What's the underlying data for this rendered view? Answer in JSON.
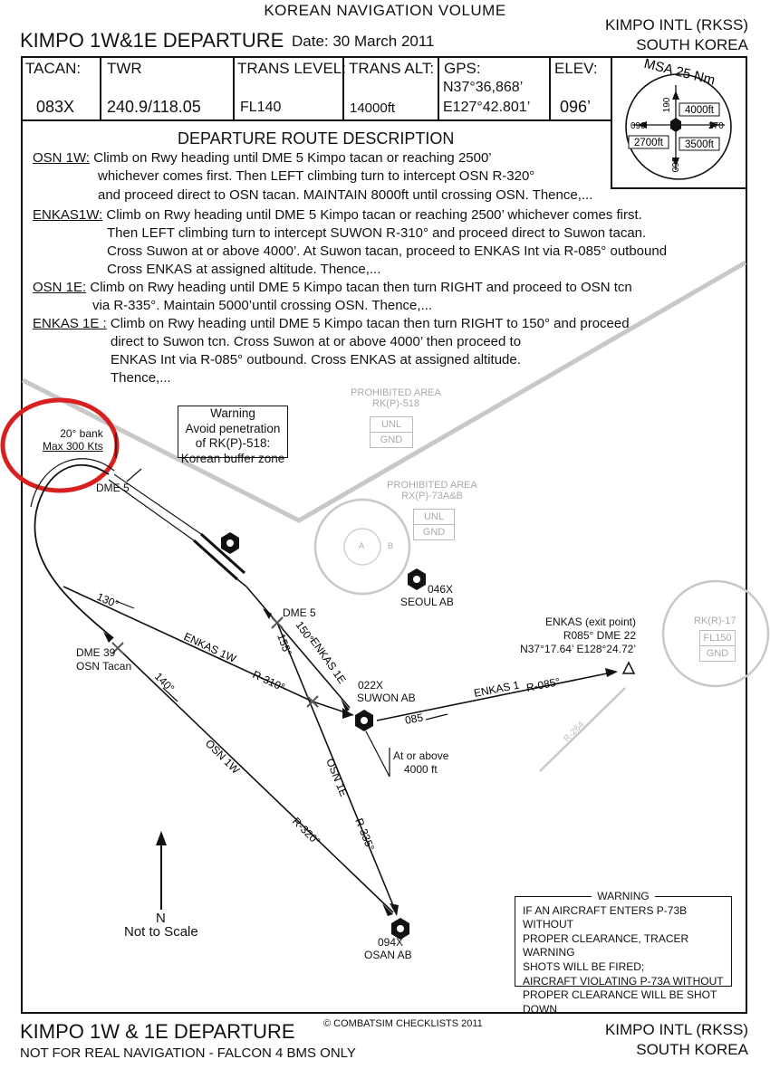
{
  "header": {
    "volume": "KOREAN NAVIGATION VOLUME",
    "title": "KIMPO 1W&1E DEPARTURE",
    "date": "Date: 30 March 2011",
    "airport": "KIMPO INTL (RKSS)",
    "country": "SOUTH KOREA"
  },
  "info_table": {
    "tacan_label": "TACAN:",
    "tacan_value": "083X",
    "twr_label": "TWR",
    "twr_value": "240.9/118.05",
    "trans_level_label": "TRANS LEVEL:",
    "trans_level_value": "FL140",
    "trans_alt_label": "TRANS ALT:",
    "trans_alt_value": "14000ft",
    "gps_label": "GPS:",
    "gps_lat": "N37°36,868’",
    "gps_lon": "E127°42.801’",
    "elev_label": "ELEV:",
    "elev_value": "096’"
  },
  "msa": {
    "title": "MSA 25 Nm",
    "r190": "190",
    "r270": "270",
    "r090": "090",
    "r360": "360",
    "alt_ne": "4000ft",
    "alt_w": "2700ft",
    "alt_se": "3500ft"
  },
  "routes": {
    "heading": "DEPARTURE ROUTE DESCRIPTION",
    "osn1w_name": "OSN 1W:",
    "osn1w_l1": "Climb on Rwy heading until DME 5 Kimpo tacan or reaching 2500’",
    "osn1w_l2": "whichever comes first. Then LEFT climbing turn to  intercept OSN R-320°",
    "osn1w_l3": "and proceed direct to OSN tacan. MAINTAIN 8000ft until crossing OSN. Thence,...",
    "enkas1w_name": "ENKAS1W:",
    "enkas1w_l1": "Climb on Rwy heading until DME 5 Kimpo tacan or reaching 2500’ whichever comes first.",
    "enkas1w_l2": "Then LEFT climbing turn to  intercept SUWON R-310° and proceed direct to Suwon tacan.",
    "enkas1w_l3": "Cross Suwon at or above 4000’. At Suwon tacan, proceed to ENKAS Int via R-085° outbound",
    "enkas1w_l4": "Cross ENKAS at assigned altitude. Thence,...",
    "osn1e_name": "OSN 1E:",
    "osn1e_l1": "Climb on Rwy heading until DME 5 Kimpo tacan then turn RIGHT and proceed to OSN tcn",
    "osn1e_l2": "via R-335°. Maintain 5000’until crossing OSN. Thence,...",
    "enkas1e_name": "ENKAS 1E :",
    "enkas1e_l1": "Climb on Rwy heading until DME 5 Kimpo tacan then turn RIGHT to 150° and proceed",
    "enkas1e_l2": "direct to Suwon tcn. Cross Suwon at or above 4000’ then proceed to",
    "enkas1e_l3": "ENKAS Int via R-085° outbound. Cross ENKAS at assigned altitude.",
    "enkas1e_l4": "Thence,..."
  },
  "map": {
    "bank_l1": "20° bank",
    "bank_l2": "Max 300 Kts",
    "warn_l1": "Warning",
    "warn_l2": "Avoid penetration",
    "warn_l3": "of RK(P)-518:",
    "warn_l4": "Korean buffer zone",
    "prohib1_l1": "PROHIBITED AREA",
    "prohib1_l2": "RK(P)-518",
    "prohib1_top": "UNL",
    "prohib1_bot": "GND",
    "prohib2_l1": "PROHIBITED AREA",
    "prohib2_l2": "RX(P)-73A&B",
    "prohib2_top": "UNL",
    "prohib2_bot": "GND",
    "restr_l1": "RK(R)-17",
    "restr_top": "FL150",
    "restr_bot": "GND",
    "p73_a": "A",
    "p73_b": "B",
    "dme5_top": "DME 5",
    "dme5_fix": "DME 5",
    "seoul_code": "046X",
    "seoul_name": "SEOUL AB",
    "enkas_l1": "ENKAS (exit point)",
    "enkas_l2": "R085° DME 22",
    "enkas_l3": "N37°17.64’ E128°24.72’",
    "dme39_l1": "DME 39",
    "dme39_l2": "OSN Tacan",
    "hdg130": "130°",
    "hdg150": "150°",
    "hdg155": "155°",
    "hdg140": "140°",
    "hdg085": "085",
    "enkas1w": "ENKAS 1W",
    "r310": "R-310°",
    "enkas1e": "ENKAS 1E",
    "suwon_code": "022X",
    "suwon_name": "SUWON AB",
    "enkas1": "ENKAS 1",
    "r085": "R-085°",
    "atabove_l1": "At or above",
    "atabove_l2": "4000 ft",
    "osn1w": "OSN 1W",
    "r320": "R-320°",
    "osn1e": "OSN 1E",
    "r335": "R-335°",
    "faint_radial": "R-264",
    "north": "N",
    "not_to_scale": "Not to Scale",
    "osan_code": "094X",
    "osan_name": "OSAN AB"
  },
  "warning": {
    "title": "WARNING",
    "l1": "IF AN AIRCRAFT ENTERS P-73B WITHOUT",
    "l2": "PROPER CLEARANCE, TRACER WARNING",
    "l3": "SHOTS WILL BE FIRED;",
    "l4": "AIRCRAFT VIOLATING P-73A WITHOUT",
    "l5": "PROPER CLEARANCE WILL BE SHOT",
    "l6": "DOWN"
  },
  "footer": {
    "title": "KIMPO 1W & 1E DEPARTURE",
    "copyright": "© COMBATSIM CHECKLISTS 2011",
    "disclaimer": "NOT FOR REAL NAVIGATION - FALCON 4 BMS ONLY",
    "airport": "KIMPO INTL (RKSS)",
    "country": "SOUTH KOREA"
  }
}
